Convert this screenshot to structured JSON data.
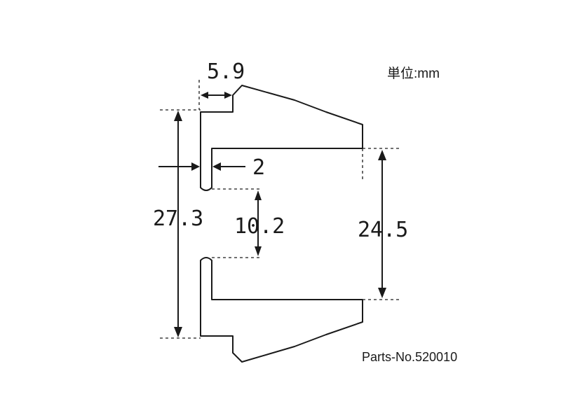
{
  "unit_label": "単位:mm",
  "part_number": "Parts-No.520010",
  "dimensions": {
    "flange_width": "5.9",
    "wall_thickness": "2",
    "overall_height": "27.3",
    "slot_gap": "10.2",
    "inner_height": "24.5"
  }
}
